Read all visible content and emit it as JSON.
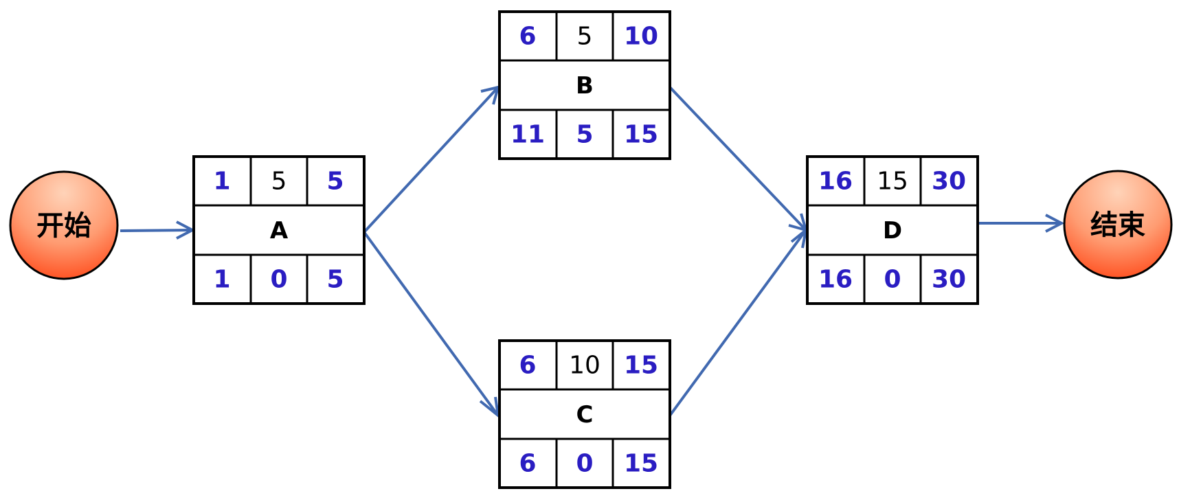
{
  "colors": {
    "value_blue": "#2a1dc2",
    "value_black": "#000000",
    "arrow": "#4169b0",
    "endpoint_light": "#ffc6a6",
    "endpoint_dark": "#ff4a1a"
  },
  "start_node": {
    "label": "开始"
  },
  "end_node": {
    "label": "结束"
  },
  "tasks": {
    "A": {
      "name": "A",
      "es": "1",
      "duration": "5",
      "ef": "5",
      "ls": "1",
      "slack": "0",
      "lf": "5"
    },
    "B": {
      "name": "B",
      "es": "6",
      "duration": "5",
      "ef": "10",
      "ls": "11",
      "slack": "5",
      "lf": "15"
    },
    "C": {
      "name": "C",
      "es": "6",
      "duration": "10",
      "ef": "15",
      "ls": "6",
      "slack": "0",
      "lf": "15"
    },
    "D": {
      "name": "D",
      "es": "16",
      "duration": "15",
      "ef": "30",
      "ls": "16",
      "slack": "0",
      "lf": "30"
    }
  },
  "connections": [
    {
      "from": "start",
      "to": "A"
    },
    {
      "from": "A",
      "to": "B"
    },
    {
      "from": "A",
      "to": "C"
    },
    {
      "from": "B",
      "to": "D"
    },
    {
      "from": "C",
      "to": "D"
    },
    {
      "from": "D",
      "to": "end"
    }
  ]
}
